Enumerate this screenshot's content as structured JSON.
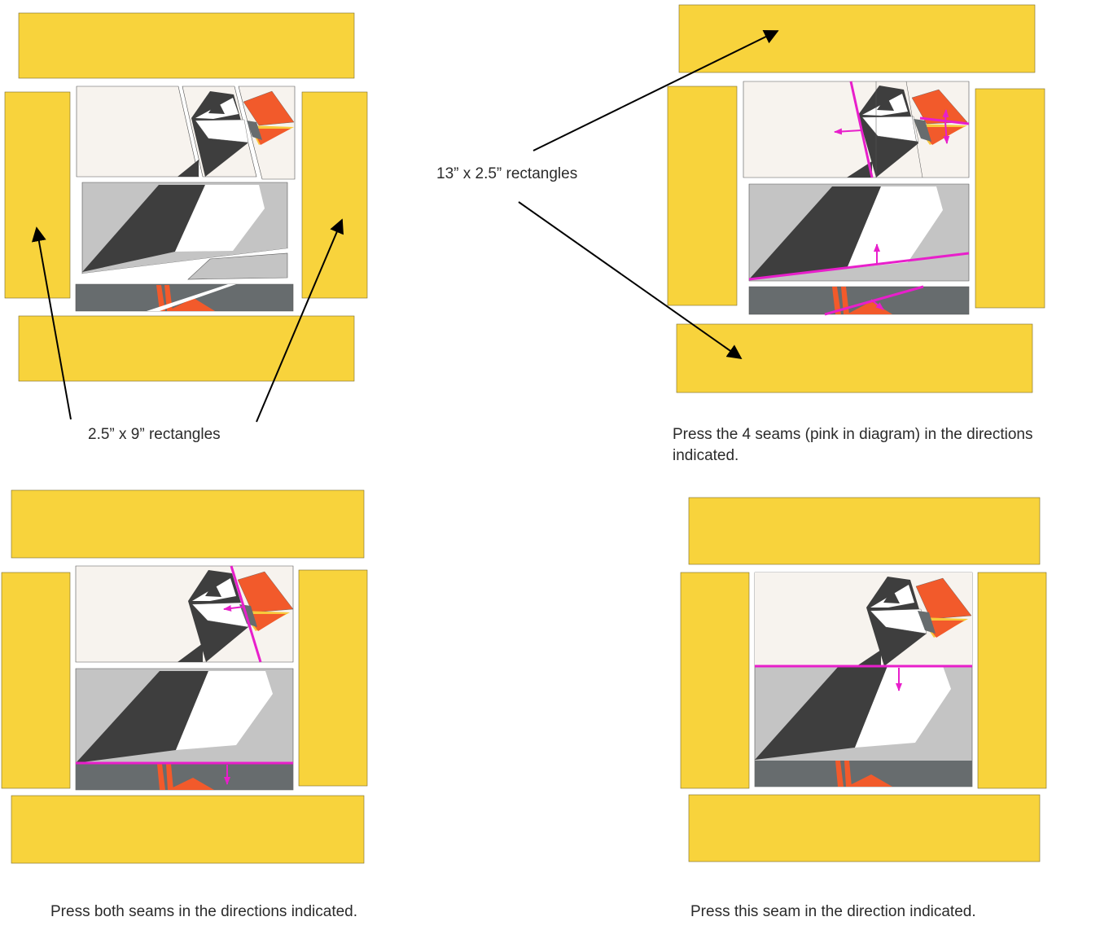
{
  "captions": {
    "side_strips": "2.5” x 9” rectangles",
    "top_bottom_strips": "13” x 2.5” rectangles",
    "step2": "Press the 4 seams (pink in diagram) in the directions indicated.",
    "step3": "Press both seams in the directions indicated.",
    "step4": "Press this seam in the direction indicated."
  },
  "colors": {
    "strip_yellow": "#F8D33C",
    "background_cream": "#F7F3EE",
    "body_grey": "#C4C4C4",
    "black": "#3E3E3E",
    "white": "#FFFFFF",
    "beak_orange": "#F25A2B",
    "beak_yellow": "#F8C83A",
    "dark_grey": "#676C6E",
    "seam_pink": "#E81FCB",
    "arrow": "#000000"
  }
}
